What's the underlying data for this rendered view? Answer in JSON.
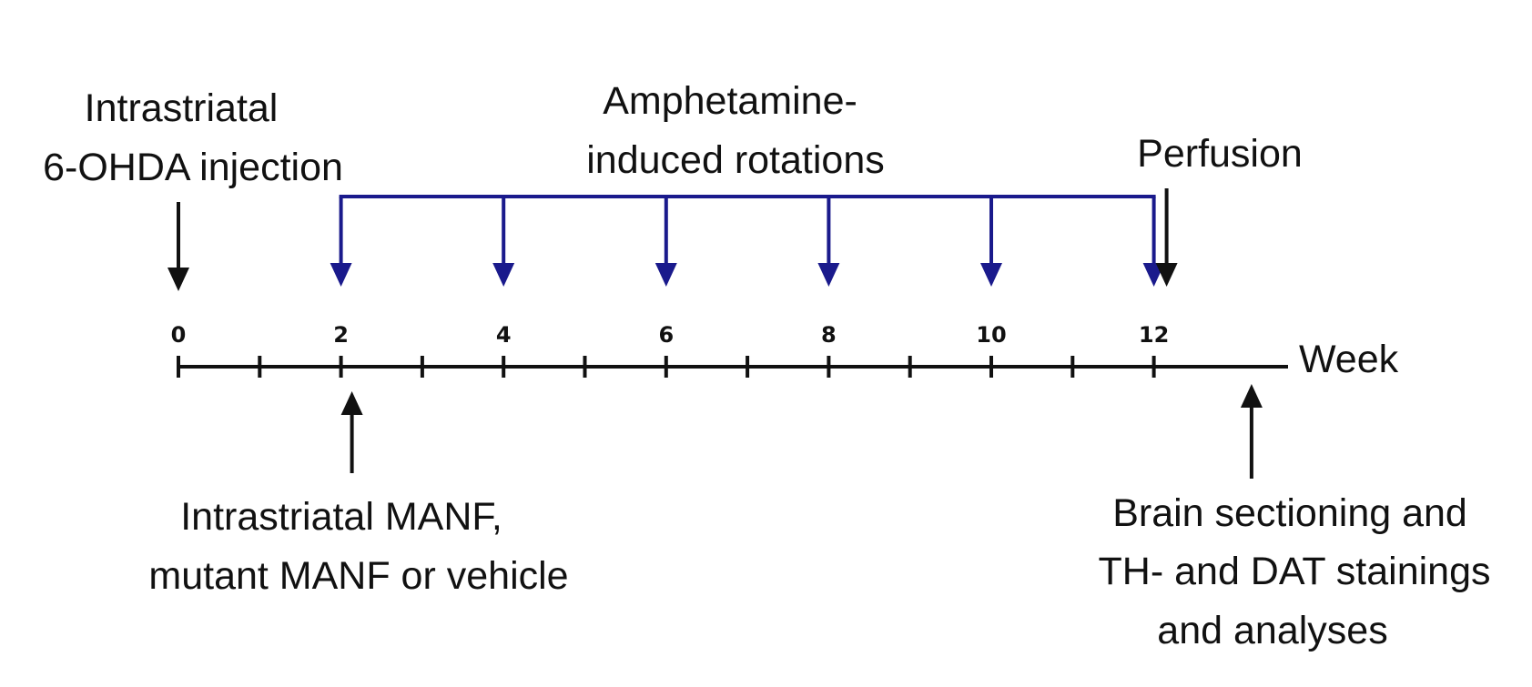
{
  "axis": {
    "unit_label": "Week",
    "start": 0,
    "end": 13,
    "tick_labels": [
      "0",
      "2",
      "4",
      "6",
      "8",
      "10",
      "12"
    ]
  },
  "events": {
    "injection": {
      "lines": [
        "Intrastriatal",
        "6-OHDA injection"
      ],
      "week": 0
    },
    "rotations": {
      "lines": [
        "Amphetamine-",
        "induced rotations"
      ],
      "weeks": [
        2,
        4,
        6,
        8,
        10,
        12
      ]
    },
    "perfusion": {
      "lines": [
        "Perfusion"
      ],
      "week": 12
    },
    "treatment": {
      "lines": [
        "Intrastriatal MANF,",
        "mutant MANF or vehicle"
      ],
      "week": 2
    },
    "analysis": {
      "lines": [
        "Brain sectioning and",
        "TH- and DAT stainings",
        "and analyses"
      ],
      "week": 13
    }
  },
  "colors": {
    "rotation_arrows": "#1a1a8c",
    "timeline": "#111111"
  }
}
